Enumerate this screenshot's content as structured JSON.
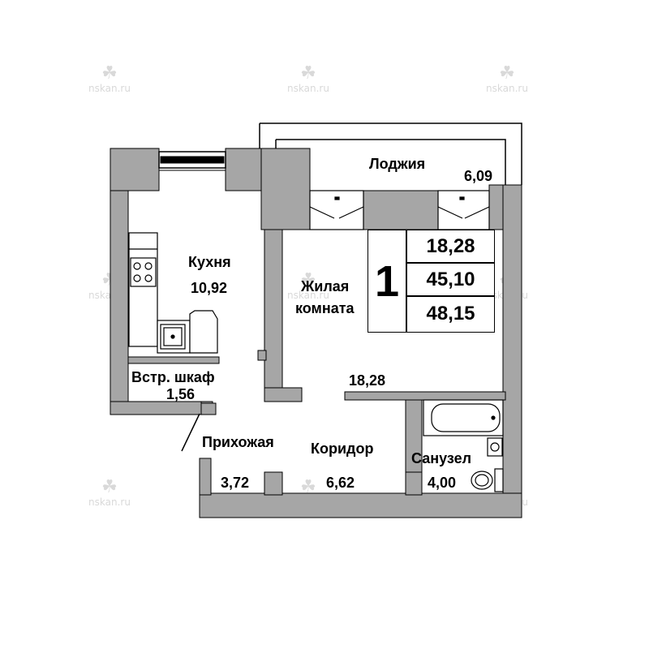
{
  "watermark": {
    "text": "nskan.ru",
    "icon": "nskan-logo-icon"
  },
  "apartment": {
    "rooms_count": "1",
    "areas": {
      "living": "18,28",
      "total": "45,10",
      "total_with_loggia": "48,15"
    }
  },
  "rooms": {
    "loggia": {
      "name": "Лоджия",
      "area": "6,09"
    },
    "kitchen": {
      "name": "Кухня",
      "area": "10,92"
    },
    "living_room": {
      "name_line1": "Жилая",
      "name_line2": "комната",
      "area": "18,28"
    },
    "closet": {
      "name": "Встр. шкаф",
      "area": "1,56"
    },
    "hallway": {
      "name": "Прихожая",
      "area": "3,72"
    },
    "corridor": {
      "name": "Коридор",
      "area": "6,62"
    },
    "bathroom": {
      "name": "Санузел",
      "area": "4,00"
    }
  },
  "colors": {
    "wall": "#a6a6a6",
    "line": "#000000",
    "watermark": "#d9d9d9"
  }
}
